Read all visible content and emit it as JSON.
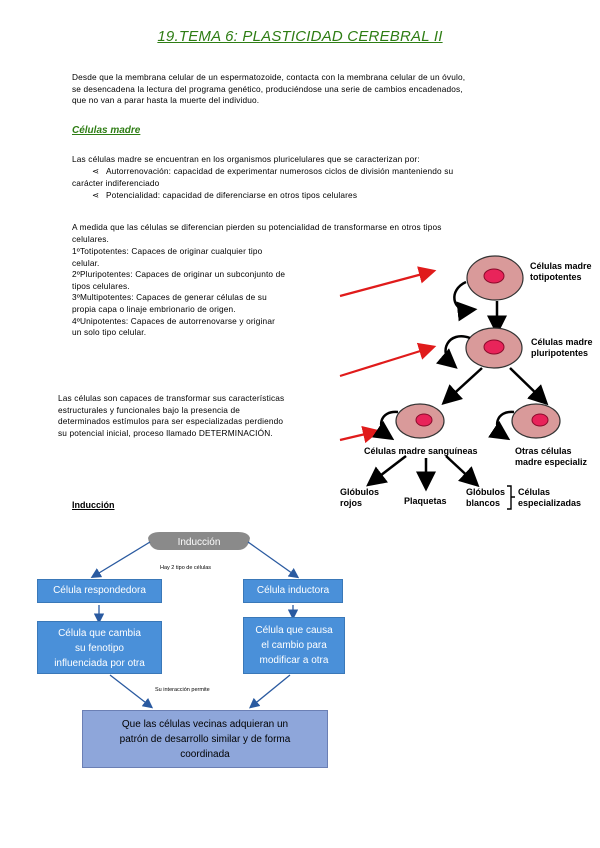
{
  "title": "19.TEMA 6: PLASTICIDAD CEREBRAL II",
  "intro": [
    "Desde que la membrana celular de un espermatozoide, contacta con la membrana celular de un óvulo,",
    "se desencadena la lectura del programa genético, produciéndose una serie de cambios encadenados,",
    "que no van a parar hasta la muerte del individuo."
  ],
  "section_celulas": "Células madre",
  "celulas_intro": "Las células madre se encuentran en los organismos pluricelulares que se caracterizan por:",
  "bullets": [
    {
      "mark": "⋖",
      "lines": [
        "Autorrenovación: capacidad de experimentar numerosos ciclos de división manteniendo su",
        "carácter indiferenciado"
      ]
    },
    {
      "mark": "⋖",
      "lines": [
        "Potencialidad: capacidad de diferenciarse en otros tipos celulares"
      ]
    }
  ],
  "diferencian": [
    "A medida que las células se diferencian pierden su potencialidad de transformarse en otros tipos",
    "celulares."
  ],
  "tipos": [
    "1ºTotipotentes: Capaces de originar cualquier tipo",
    "celular.",
    "2ºPluripotentes: Capaces de originar un subconjunto de",
    "tipos celulares.",
    "3ºMultipotentes: Capaces de generar células de su",
    "propia capa o linaje embrionario de origen.",
    " 4ºUnipotentes: Capaces de autorrenovarse y originar",
    "un solo tipo celular."
  ],
  "determinacion": [
    "Las células son capaces de transformar sus características",
    "estructurales y funcionales bajo la presencia de",
    "determinados estímulos para ser especializadas perdiendo",
    "su potencial inicial, proceso llamado DETERMINACIÓN."
  ],
  "diagram": {
    "totipotentes": [
      "Células madre",
      "totipotentes"
    ],
    "pluripotentes": [
      "Células madre",
      "pluripotentes"
    ],
    "sanguineas": "Células madre sanguíneas",
    "otras": [
      "Otras células",
      "madre especializ"
    ],
    "globulos_rojos": [
      "Glóbulos",
      "rojos"
    ],
    "plaquetas": "Plaquetas",
    "globulos_blancos": [
      "Glóbulos",
      "blancos"
    ],
    "especializadas": [
      "Células",
      "especializadas"
    ]
  },
  "section_induccion": "Inducción",
  "flow": {
    "header": "Inducción",
    "hay2": "Hay 2 tipo de células",
    "respondedora": "Célula respondedora",
    "inductora": "Célula inductora",
    "cambia": [
      "Célula que cambia",
      "su fenotipo",
      "influenciada por otra"
    ],
    "causa": [
      "Célula que causa",
      "el cambio para",
      "modificar a otra"
    ],
    "interaccion": "Su interacción permite",
    "resultado": [
      "Que las células vecinas adquieran un",
      "patrón de desarrollo similar y de forma",
      "coordinada"
    ]
  },
  "colors": {
    "title_green": "#2e7d14",
    "cell_pink": "#d99a9a",
    "nucleus": "#e8245a",
    "arrow_red": "#e01b1b",
    "box_blue": "#4a90d9",
    "box_lilac": "#8ea6da",
    "header_gray": "#8a8a8a"
  }
}
